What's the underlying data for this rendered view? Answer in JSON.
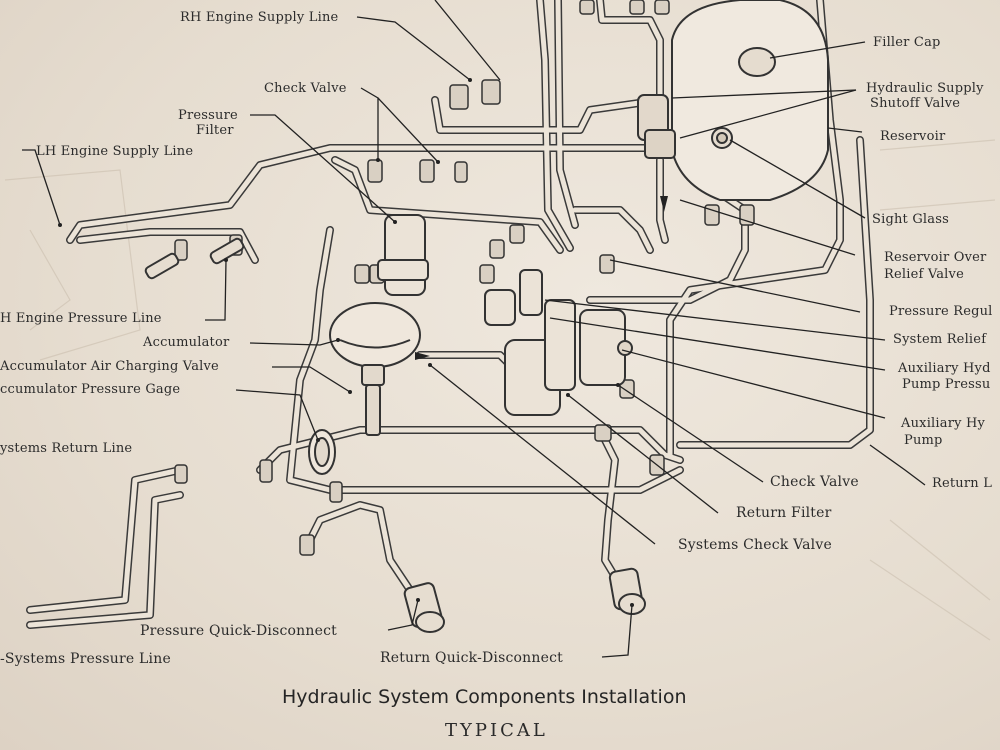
{
  "title": "Hydraulic System Components Installation",
  "subtitle": "TYPICAL",
  "labels": {
    "rh_engine_supply_line": "RH Engine Supply Line",
    "check_valve_top": "Check Valve",
    "pressure_filter_1": "Pressure",
    "pressure_filter_2": "Filter",
    "lh_engine_supply_line": "LH Engine Supply Line",
    "lh_engine_pressure_line": "H Engine Pressure Line",
    "accumulator": "Accumulator",
    "accumulator_air_charging_valve": "Accumulator Air Charging Valve",
    "accumulator_pressure_gage": "ccumulator Pressure Gage",
    "systems_return_line": "ystems Return Line",
    "pressure_quick_disconnect": "Pressure Quick-Disconnect",
    "systems_pressure_line": "-Systems Pressure Line",
    "return_quick_disconnect": "Return Quick-Disconnect",
    "systems_check_valve": "Systems Check Valve",
    "return_filter": "Return Filter",
    "check_valve_right": "Check Valve",
    "filler_cap": "Filler Cap",
    "hydraulic_supply_1": "Hydraulic Supply",
    "hydraulic_supply_2": "Shutoff Valve",
    "reservoir": "Reservoir",
    "sight_glass": "Sight Glass",
    "reservoir_over_1": "Reservoir Over",
    "reservoir_over_2": "Relief Valve",
    "pressure_regul": "Pressure Regul",
    "system_relief": "System Relief",
    "aux_hyd_pump_pressure_1": "Auxiliary Hyd",
    "aux_hyd_pump_pressure_2": "Pump Pressu",
    "aux_hyd_pump_1": "Auxiliary Hy",
    "aux_hyd_pump_2": "Pump",
    "return_line": "Return L"
  }
}
